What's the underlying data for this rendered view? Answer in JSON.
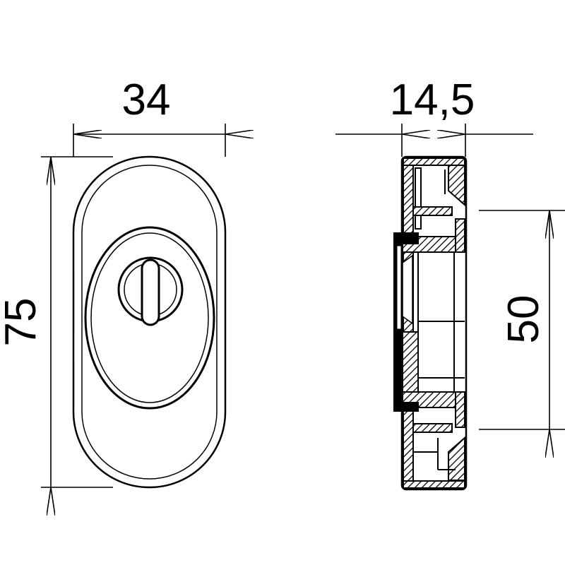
{
  "drawing": {
    "front_view": {
      "width_label": "34",
      "height_label": "75"
    },
    "side_view": {
      "depth_label": "14,5",
      "cylinder_height_label": "50"
    },
    "colors": {
      "line": "#000000",
      "background": "#ffffff"
    }
  }
}
